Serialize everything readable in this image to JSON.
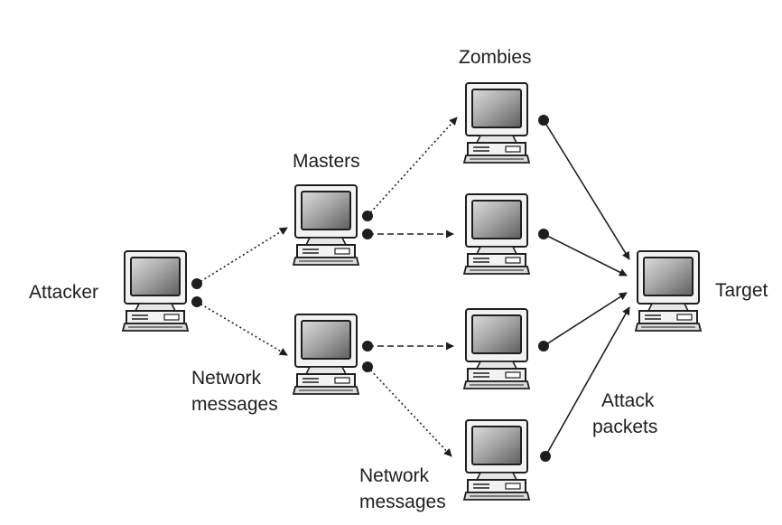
{
  "labels": {
    "attacker": "Attacker",
    "masters": "Masters",
    "zombies": "Zombies",
    "target": "Target",
    "network_messages_left_line1": "Network",
    "network_messages_left_line2": "messages",
    "network_messages_bottom_line1": "Network",
    "network_messages_bottom_line2": "messages",
    "attack_packets_line1": "Attack",
    "attack_packets_line2": "packets"
  },
  "nodes": [
    {
      "id": "attacker",
      "role": "attacker",
      "icon": "computer-icon"
    },
    {
      "id": "master-1",
      "role": "master",
      "icon": "computer-icon"
    },
    {
      "id": "master-2",
      "role": "master",
      "icon": "computer-icon"
    },
    {
      "id": "zombie-1",
      "role": "zombie",
      "icon": "computer-icon"
    },
    {
      "id": "zombie-2",
      "role": "zombie",
      "icon": "computer-icon"
    },
    {
      "id": "zombie-3",
      "role": "zombie",
      "icon": "computer-icon"
    },
    {
      "id": "zombie-4",
      "role": "zombie",
      "icon": "computer-icon"
    },
    {
      "id": "target",
      "role": "target",
      "icon": "computer-icon"
    }
  ],
  "edges": [
    {
      "from": "attacker",
      "to": "master-1",
      "kind": "network-message",
      "style": "dotted"
    },
    {
      "from": "attacker",
      "to": "master-2",
      "kind": "network-message",
      "style": "dotted"
    },
    {
      "from": "master-1",
      "to": "zombie-1",
      "kind": "network-message",
      "style": "dotted"
    },
    {
      "from": "master-1",
      "to": "zombie-2",
      "kind": "network-message",
      "style": "dashed"
    },
    {
      "from": "master-2",
      "to": "zombie-3",
      "kind": "network-message",
      "style": "dashed"
    },
    {
      "from": "master-2",
      "to": "zombie-4",
      "kind": "network-message",
      "style": "dotted"
    },
    {
      "from": "zombie-1",
      "to": "target",
      "kind": "attack-packet",
      "style": "solid"
    },
    {
      "from": "zombie-2",
      "to": "target",
      "kind": "attack-packet",
      "style": "solid"
    },
    {
      "from": "zombie-3",
      "to": "target",
      "kind": "attack-packet",
      "style": "solid"
    },
    {
      "from": "zombie-4",
      "to": "target",
      "kind": "attack-packet",
      "style": "solid"
    }
  ],
  "colors": {
    "line": "#1e1e1e",
    "screen_dark": "#6f6f6f",
    "screen_light": "#d2d2d2",
    "body": "#f2f2f2"
  }
}
